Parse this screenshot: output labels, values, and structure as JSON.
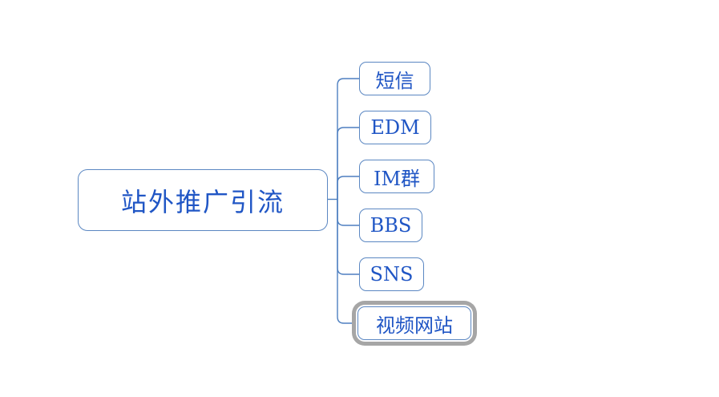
{
  "mindmap": {
    "root": {
      "label": "站外推广引流"
    },
    "children": [
      {
        "label": "短信",
        "selected": false
      },
      {
        "label": "EDM",
        "selected": false
      },
      {
        "label": "IM群",
        "selected": false
      },
      {
        "label": "BBS",
        "selected": false
      },
      {
        "label": "SNS",
        "selected": false
      },
      {
        "label": "视频网站",
        "selected": true
      }
    ]
  },
  "colors": {
    "canvas_background": "#ffffff",
    "node_border": "#5b87c2",
    "node_text": "#2056c5",
    "connector": "#4e7fc0",
    "selection_ring": "#a6a6a6"
  }
}
